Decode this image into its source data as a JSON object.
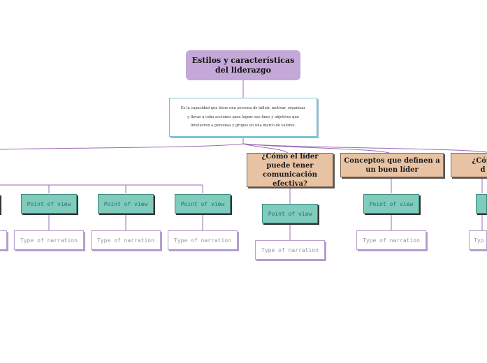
{
  "root": {
    "title": "Estilos y características del liderazgo"
  },
  "description": {
    "text": "Es la capacidad que tiene una persona de influir, motivar, organizar y llevar a cabo acciones para lograr sus fines y objetivos que involucren a personas y grupos en una marco de valores."
  },
  "topics": [
    {
      "label": "¿Cómo el líder puede tener comunicación efectiva?"
    },
    {
      "label": "Conceptos que definen a un buen líder"
    },
    {
      "label": "¿Cóm d"
    }
  ],
  "point_label": "Point of view",
  "narration_label": "Type of narration",
  "narration_partial": "Typ",
  "colors": {
    "root": "#c3a8d8",
    "topic": "#e7c3a4",
    "point": "#7fcbbd",
    "connector": "#9b6bb5"
  }
}
